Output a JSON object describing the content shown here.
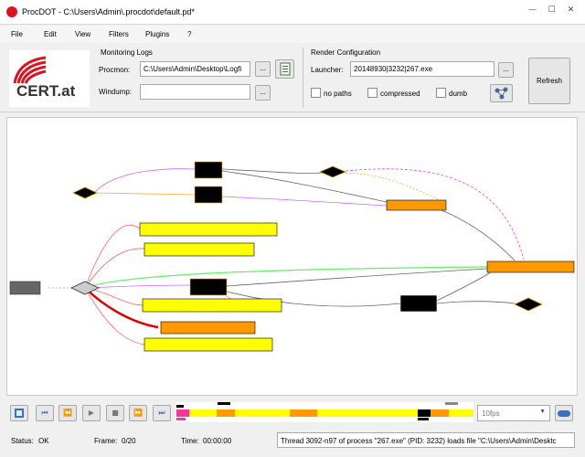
{
  "window": {
    "title": "ProcDOT - C:\\Users\\Admin\\.procdot\\default.pd*",
    "minimize": "—",
    "maximize": "☐",
    "close": "✕"
  },
  "menu": [
    "File",
    "Edit",
    "View",
    "Filters",
    "Plugins",
    "?"
  ],
  "logo": {
    "text": "CERT.at",
    "color": "#d8141e"
  },
  "monitoring": {
    "group_label": "Monitoring Logs",
    "procmon_label": "Procmon:",
    "procmon_value": "C:\\Users\\Admin\\Desktop\\Logfi",
    "windump_label": "Windump:",
    "windump_value": "",
    "browse_label": "..."
  },
  "render": {
    "group_label": "Render Configuration",
    "launcher_label": "Launcher:",
    "launcher_value": "20148930|3232|267.exe",
    "browse_label": "...",
    "no_paths": "no paths",
    "compressed": "compressed",
    "dumb": "dumb",
    "refresh": "Refresh"
  },
  "playback": {
    "fps": "10fps",
    "fps_options": [
      "10fps"
    ]
  },
  "status": {
    "status_label": "Status:",
    "status_value": "OK",
    "frame_label": "Frame:",
    "frame_value": "0/20",
    "time_label": "Time:",
    "time_value": "00:00:00",
    "message": "Thread 3092-n97 of process \"267.exe\" (PID: 3232) loads file \"C:\\Users\\Admin\\Desktc"
  },
  "colors": {
    "accent_red": "#d8141e",
    "node_yellow": "#ffff00",
    "node_orange": "#ff9900",
    "node_black": "#000000"
  }
}
